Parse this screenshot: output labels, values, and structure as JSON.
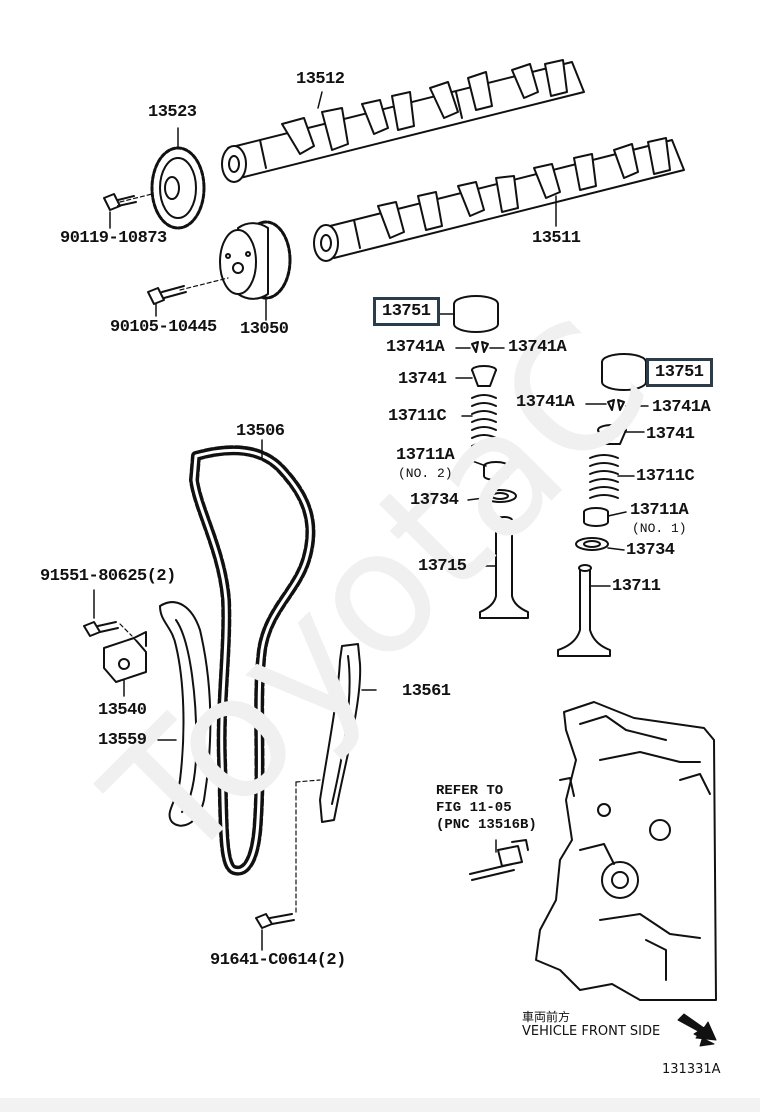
{
  "watermark": "ToyotaC",
  "labels": {
    "cam_exhaust": "13512",
    "cam_sprocket": "13523",
    "bolt_sprocket": "90119-10873",
    "cam_intake": "13511",
    "bolt_vvt": "90105-10445",
    "vvt_gear": "13050",
    "lifter_a": "13751",
    "keeper_a_left": "13741A",
    "keeper_a_right": "13741A",
    "retainer_a": "13741",
    "spring_a": "13711C",
    "seat_a": "13711A",
    "seat_a_note": "(NO. 2)",
    "seal_a": "13734",
    "valve_a": "13715",
    "lifter_b": "13751",
    "keeper_b_left": "13741A",
    "keeper_b_right": "13741A",
    "retainer_b": "13741",
    "spring_b": "13711C",
    "seat_b": "13711A",
    "seat_b_note": "(NO. 1)",
    "seal_b": "13734",
    "valve_b": "13711",
    "chain": "13506",
    "bolt_tensioner": "91551-80625(2)",
    "tensioner": "13540",
    "slipper": "13559",
    "damper": "13561",
    "bolt_damper": "91641-C0614(2)"
  },
  "refer_note": [
    "REFER TO",
    "FIG 11-05",
    "(PNC 13516B)"
  ],
  "front_side": {
    "jp": "車両前方",
    "en": "VEHICLE FRONT SIDE"
  },
  "figure_id": "131331A"
}
